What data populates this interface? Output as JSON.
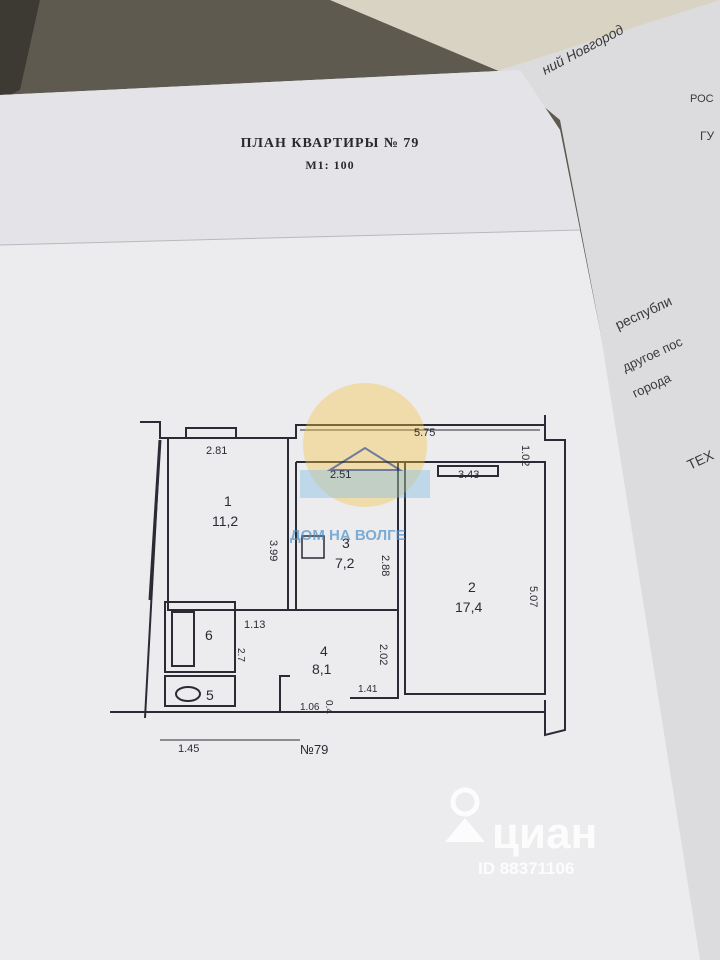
{
  "document": {
    "title": "ПЛАН КВАРТИРЫ № 79",
    "scale": "М1: 100"
  },
  "background_doc": {
    "corner_text": "РОС",
    "corner_text_2": "ГУ",
    "line1": "республи",
    "line2": "другое пос",
    "line3": "города",
    "line4": "ТЕХ",
    "signature": "ний Новгород"
  },
  "rooms": [
    {
      "number": "1",
      "area": "11,2"
    },
    {
      "number": "2",
      "area": "17,4"
    },
    {
      "number": "3",
      "area": "7,2"
    },
    {
      "number": "4",
      "area": "8,1"
    },
    {
      "number": "5",
      "area": ""
    },
    {
      "number": "6",
      "area": ""
    }
  ],
  "dimensions": [
    "5.75",
    "2.81",
    "2.51",
    "3.43",
    "1.02",
    "3.99",
    "2.88",
    "5.07",
    "1.13",
    "2.02",
    "1.41",
    "1.06",
    "0.4",
    "1.45",
    "2.7"
  ],
  "apartment_label": "№79",
  "watermarks": {
    "brand_logo": "ДОМ НА ВОЛГЕ",
    "cian_logo": "циан",
    "cian_id": "ID 88371106"
  },
  "colors": {
    "paper": "#ecebee",
    "ink": "#2b2b35",
    "logo_sun": "#f2c23e",
    "logo_water": "#5fb0e0",
    "cian_watermark": "#ffffff"
  }
}
